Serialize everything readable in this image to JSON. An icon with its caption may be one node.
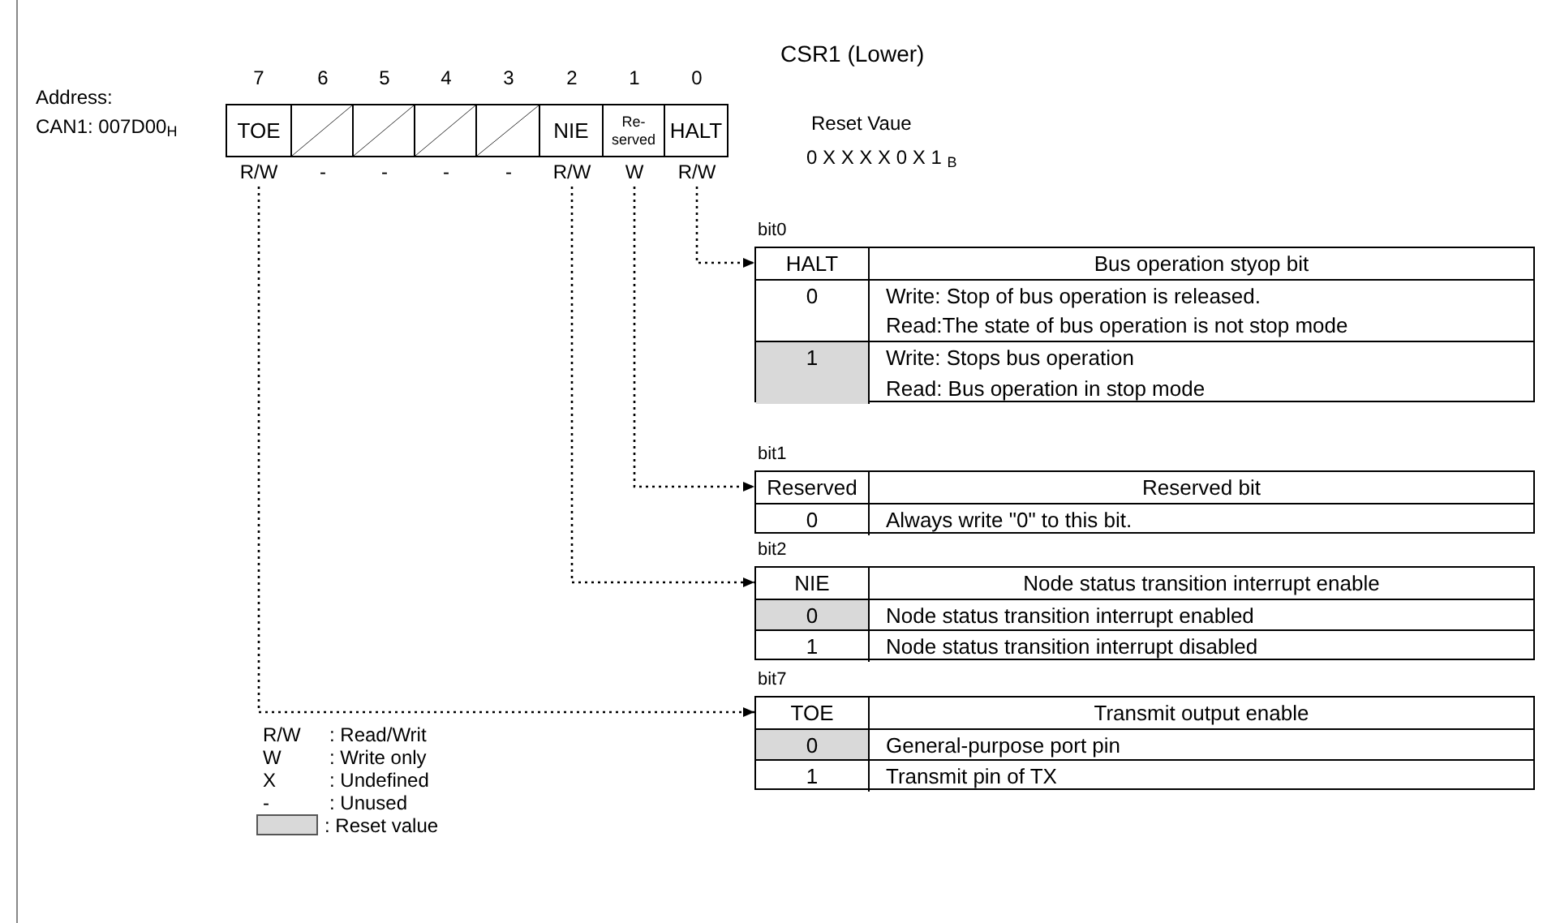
{
  "diagram": {
    "title": "CSR1 (Lower)",
    "nodes": [
      {
        "text": [
          "TOE"
        ],
        "beside": [
          "R/W"
        ]
      },
      {
        "text": [],
        "shape": "box",
        "beside": [
          "-"
        ]
      },
      {
        "text": [],
        "shape": "box",
        "beside": [
          "-"
        ]
      },
      {
        "text": [],
        "shape": "box",
        "beside": [
          "-"
        ]
      },
      {
        "text": [],
        "shape": "box",
        "beside": [
          "-"
        ]
      },
      {
        "text": [
          "NIE"
        ],
        "beside": [
          "R/W"
        ]
      },
      {
        "text": [
          "Re- served"
        ],
        "beside": [
          "W"
        ]
      },
      {
        "text": [
          "HALT"
        ],
        "beside": [
          "R/W"
        ]
      },
      {
        "text": [
          "HALT",
          "Bus operation styop bit",
          "0",
          "Write: Stop of bus operation is released.",
          "Read:The state of bus operation is not stop mode",
          "1",
          "Write: Stops bus operation",
          "Read: Bus operation in stop mode"
        ],
        "beside": [
          "bit0"
        ]
      },
      {
        "text": [
          "Reserved",
          "Reserved bit",
          "0",
          "Always write \"0\" to this bit."
        ],
        "beside": [
          "bit1"
        ]
      },
      {
        "text": [
          "NIE",
          "Node status transition interrupt enable",
          "0",
          "Node status transition interrupt enabled",
          "1",
          "Node status transition interrupt disabled"
        ],
        "beside": [
          "bit2"
        ]
      },
      {
        "text": [
          "TOE",
          "Transmit output enable",
          "0",
          "General-purpose port pin",
          "1",
          "Transmit pin of TX"
        ],
        "beside": [
          "bit7"
        ]
      }
    ],
    "edges": [
      {
        "from": 7,
        "to": 8,
        "arrow": "to",
        "style": "dashed"
      },
      {
        "from": 6,
        "to": 9,
        "arrow": "to",
        "style": "dashed"
      },
      {
        "from": 5,
        "to": 10,
        "arrow": "to",
        "style": "dashed"
      },
      {
        "from": 0,
        "to": 11,
        "arrow": "to",
        "style": "dashed"
      }
    ],
    "labels": [
      "Address:",
      "7",
      "6",
      "5",
      "4",
      "3",
      "2",
      "1",
      "0",
      "CAN1: 007D00$_{H}$",
      "Reset Vaue",
      "0 X X X X 0 X 1 $_{B}$",
      "R/W",
      ": Read/Writ",
      "W",
      ": Write only",
      "X",
      ": Undefined",
      "-",
      ": Unused"
    ],
    "legend": [
      {
        "text": ": Reset value",
        "color": "#d9d9d9"
      }
    ]
  }
}
